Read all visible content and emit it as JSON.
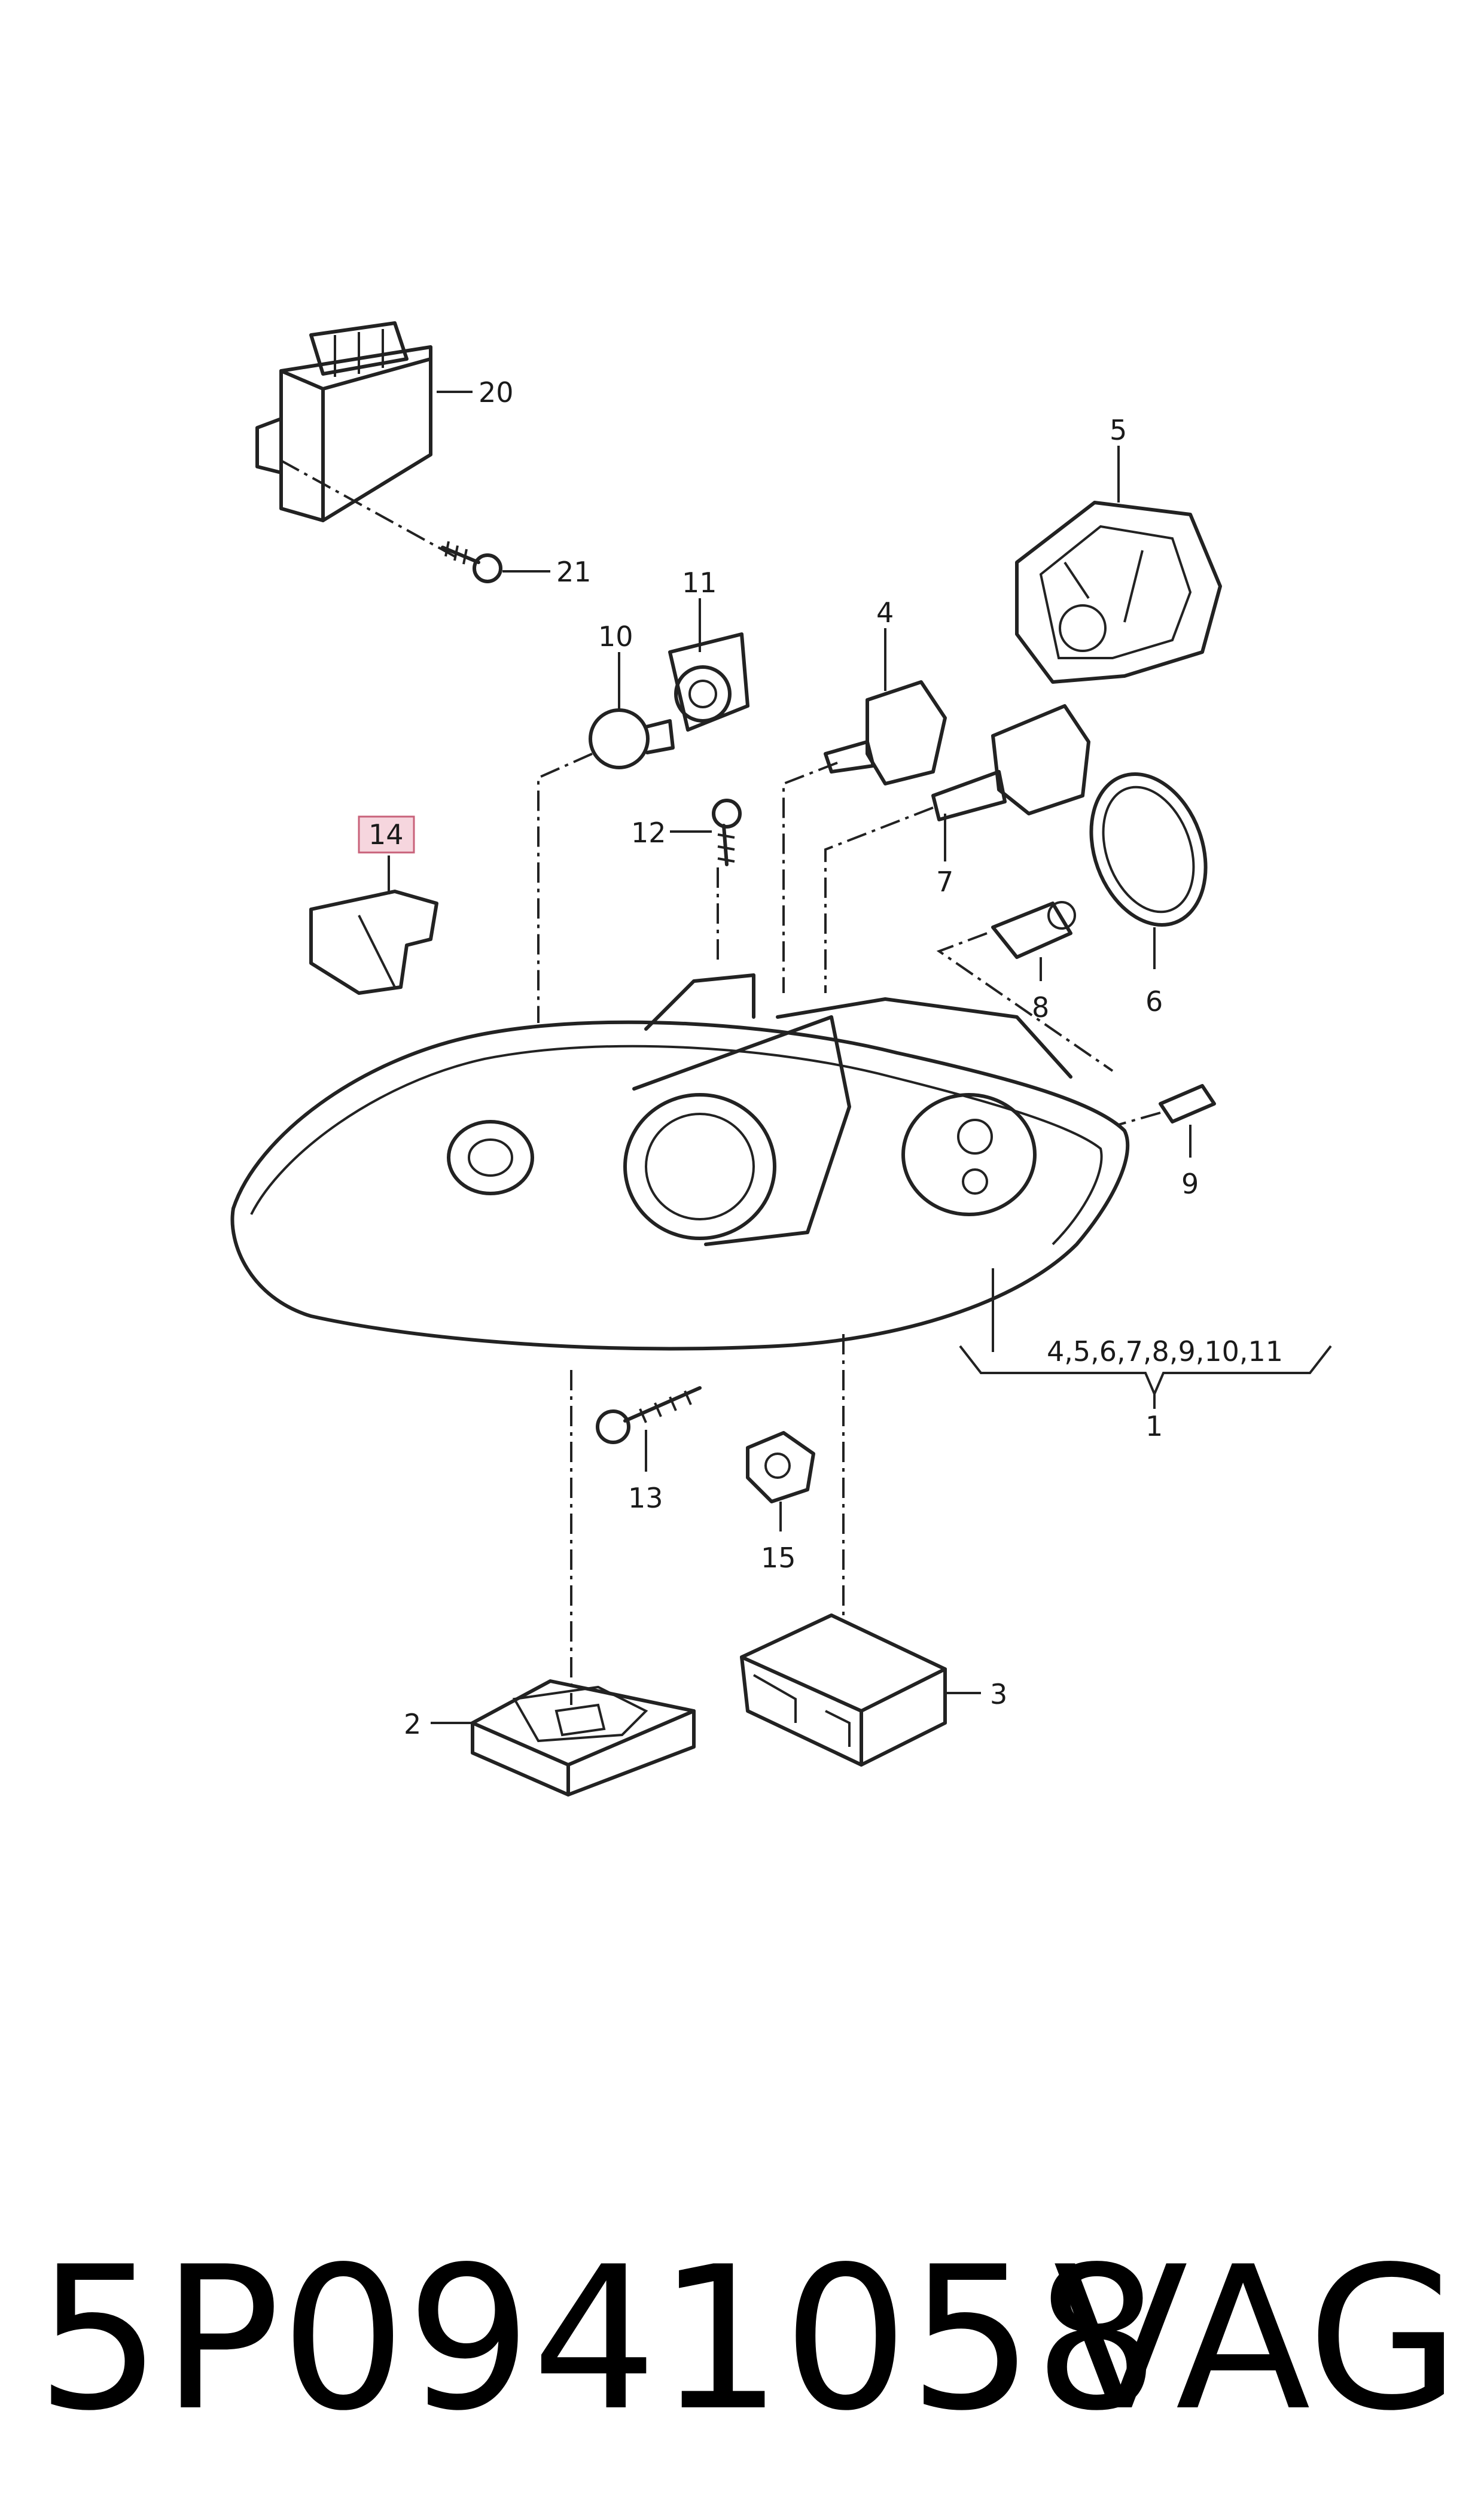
{
  "callouts": {
    "c1": "1",
    "c2": "2",
    "c3": "3",
    "c4": "4",
    "c5": "5",
    "c6": "6",
    "c7": "7",
    "c8": "8",
    "c9": "9",
    "c10": "10",
    "c11": "11",
    "c12": "12",
    "c13": "13",
    "c14": "14",
    "c15": "15",
    "c20": "20",
    "c21": "21",
    "group": "4,5,6,7,8,9,10,11"
  },
  "highlight_color": "#f6d6de",
  "highlight_border": "#c8627a",
  "footer": {
    "part_number": "5P0941058",
    "brand": "VAG"
  }
}
